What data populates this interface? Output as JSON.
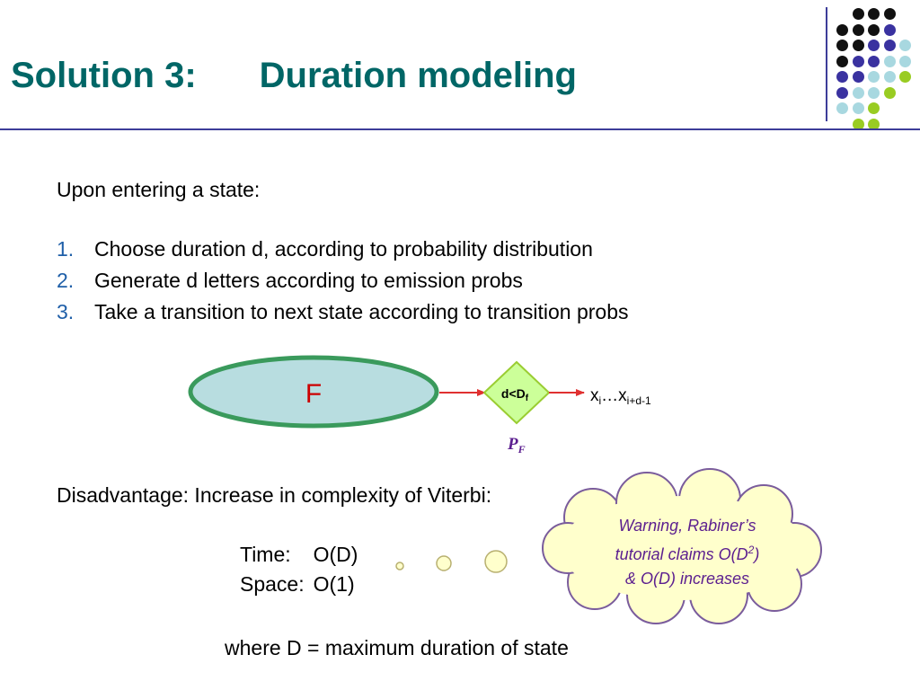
{
  "slide": {
    "title_left": "Solution 3:",
    "title_right": "Duration modeling",
    "intro": "Upon entering a state:",
    "steps": [
      {
        "num": "1.",
        "text": "Choose duration d, according to probability distribution"
      },
      {
        "num": "2.",
        "text": "Generate d letters according to emission probs"
      },
      {
        "num": "3.",
        "text": "Take a transition to next state according to transition probs"
      }
    ],
    "disadvantage": "Disadvantage: Increase in complexity of Viterbi:",
    "complexity": {
      "time_label": "Time:",
      "time_value": "O(D)",
      "space_label": "Space:",
      "space_value": "O(1)"
    },
    "note": "where D = maximum duration of state"
  },
  "diagram": {
    "state_label": "F",
    "decision_label": "d<D",
    "decision_sub": "f",
    "emission_x": "x",
    "emission_sub_start": "i",
    "emission_dots": "…",
    "emission_sub_end": "i+d-1",
    "prob_label": "P",
    "prob_sub": "F"
  },
  "warning": {
    "line1": "Warning, Rabiner’s",
    "line2_prefix": "tutorial claims O(D",
    "line2_sup": "2",
    "line2_suffix": ")",
    "line3": "& O(D) increases"
  },
  "colors": {
    "title": "#006666",
    "rule": "#3d3d99",
    "numbering": "#1f5fa8",
    "state_fill": "#b8dde0",
    "state_stroke": "#3a9a5c",
    "state_label": "#cc0000",
    "diamond_fill": "#ccff99",
    "diamond_stroke": "#9acd32",
    "arrow": "#e03030",
    "prob_label": "#5b1e8f",
    "cloud_fill": "#ffffcc",
    "cloud_stroke": "#7a5c9c",
    "warning_text": "#5b1e8f",
    "dot_black": "#111111",
    "dot_indigo": "#3a32a0",
    "dot_lightblue": "#a8d8e0",
    "dot_lime": "#99cc22"
  }
}
